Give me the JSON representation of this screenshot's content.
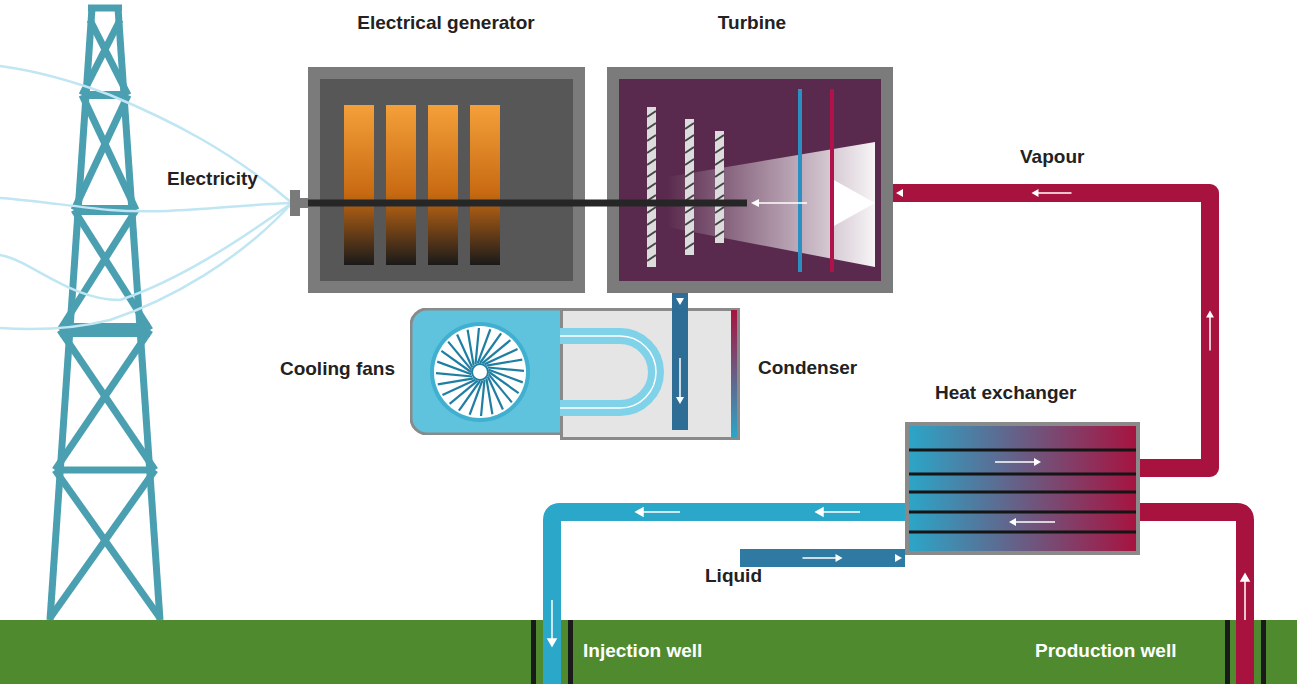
{
  "diagram": {
    "nodes": [
      {
        "text": [
          "Electrical generator"
        ]
      },
      {
        "text": [
          "Turbine"
        ]
      },
      {
        "text": [
          "Cooling fans"
        ]
      },
      {
        "text": [
          "Condenser"
        ]
      },
      {
        "text": [
          "Heat exchanger"
        ]
      }
    ],
    "edges": [
      {
        "from": 1,
        "to": 0,
        "arrow": "none"
      },
      {
        "from": 1,
        "to": 3,
        "arrow": "to"
      },
      {
        "from": 3,
        "to": 4,
        "arrow": "to"
      },
      {
        "from": 4,
        "to": 1,
        "arrow": "to"
      }
    ],
    "labels": [
      "Electricity",
      "Vapour",
      "Liquid",
      "Injection well",
      "Production well"
    ]
  }
}
